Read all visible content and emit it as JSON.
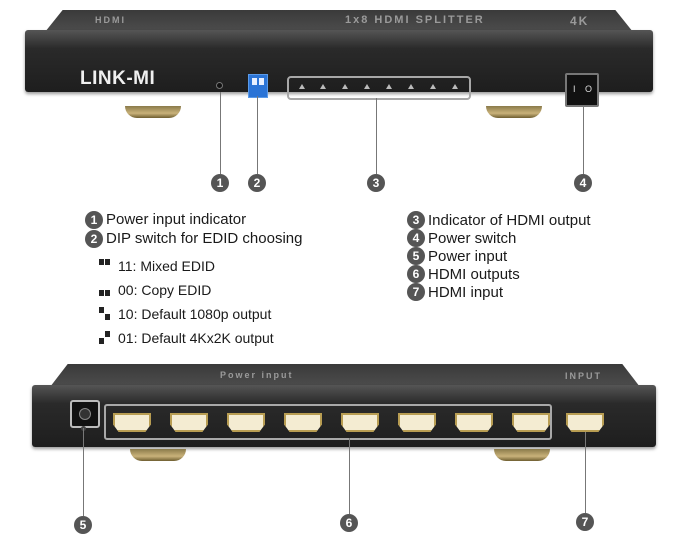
{
  "device_front": {
    "brand": "LINK-MI",
    "lid_text": "1x8 HDMI SPLITTER",
    "lid_badge": "4K",
    "lid_left": "HDMI",
    "switch_on": "I",
    "switch_off": "O"
  },
  "device_rear": {
    "lid_text": "Power input",
    "lid_right": "INPUT"
  },
  "callouts": {
    "c1": "1",
    "c2": "2",
    "c3": "3",
    "c4": "4",
    "c5": "5",
    "c6": "6",
    "c7": "7"
  },
  "legend_left": [
    {
      "num": "1",
      "text": "Power input indicator"
    },
    {
      "num": "2",
      "text": "DIP switch for EDID choosing"
    }
  ],
  "dip_options": [
    {
      "code": "11",
      "text": "11: Mixed EDID"
    },
    {
      "code": "00",
      "text": "00: Copy EDID"
    },
    {
      "code": "10",
      "text": "10: Default 1080p output"
    },
    {
      "code": "01",
      "text": "01: Default 4Kx2K output"
    }
  ],
  "legend_right": [
    {
      "num": "3",
      "text": "Indicator of HDMI output"
    },
    {
      "num": "4",
      "text": "Power switch"
    },
    {
      "num": "5",
      "text": "Power input"
    },
    {
      "num": "6",
      "text": "HDMI outputs"
    },
    {
      "num": "7",
      "text": "HDMI input"
    }
  ],
  "colors": {
    "callout": "#555555",
    "dip_switch": "#2b74d6",
    "hdmi_gold": "#b89d52"
  }
}
